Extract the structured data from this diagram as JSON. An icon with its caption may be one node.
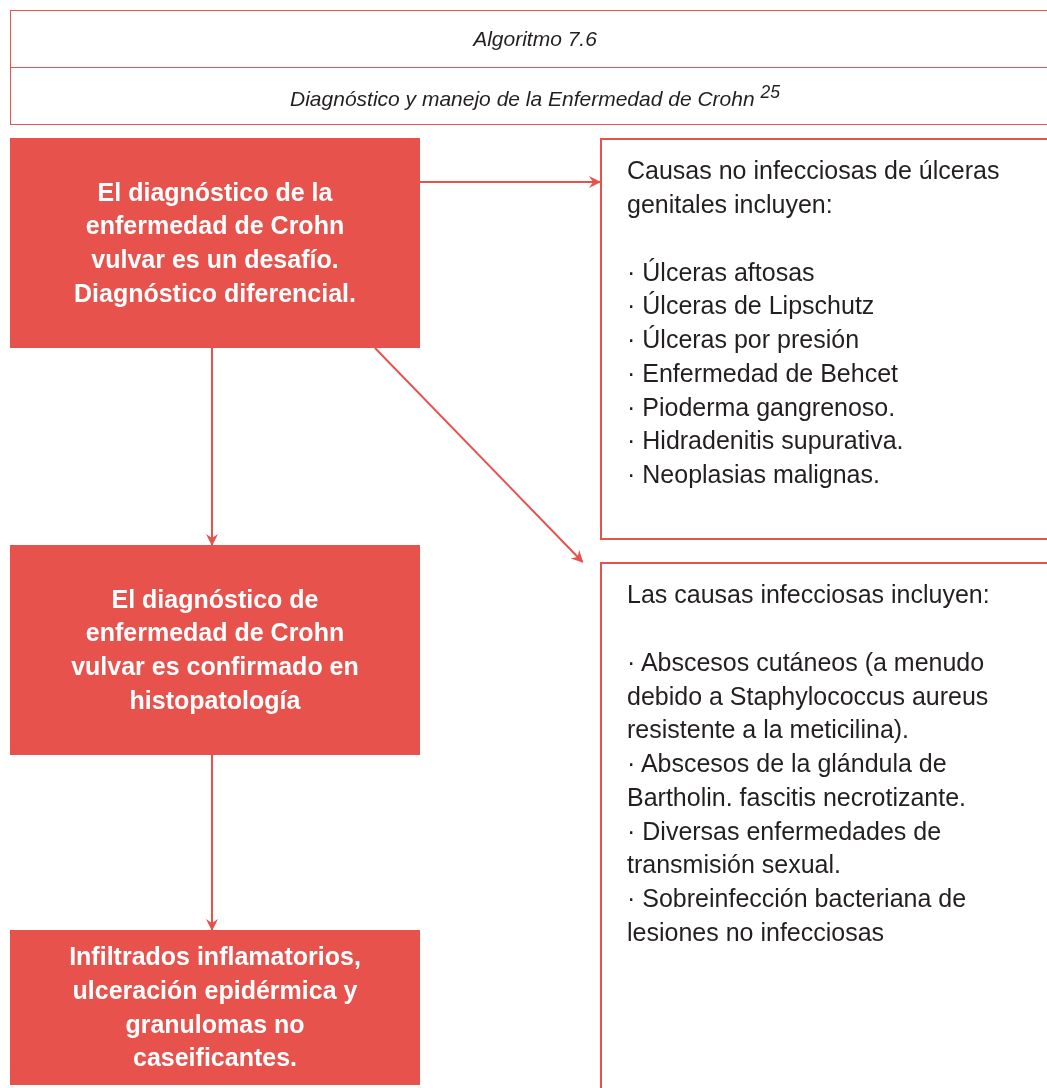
{
  "diagram": {
    "nodes": [
      {
        "text": [
          "Algoritmo 7.6"
        ]
      },
      {
        "text": [
          "Diagnóstico y manejo de la Enfermedad de Crohn $^{25}$"
        ]
      },
      {
        "text": [
          "El diagnóstico de la enfermedad de Crohn vulvar es un desafío. Diagnóstico diferencial."
        ]
      },
      {
        "text": [
          "Causas no infecciosas de úlceras genitales incluyen:",
          "· Úlceras aftosas",
          "· Úlceras de Lipschutz",
          "· Úlceras por presión",
          "· Enfermedad de Behcet",
          "· Pioderma gangrenoso.",
          "· Hidradenitis supurativa.",
          "· Neoplasias malignas."
        ]
      },
      {
        "text": [
          "El diagnóstico de enfermedad de Crohn vulvar es confirmado en histopatología"
        ]
      },
      {
        "text": [
          "Las causas infecciosas incluyen:",
          "· Abscesos cutáneos (a menudo debido a Staphylococcus aureus resistente a la meticilina).",
          "· Abscesos de la glándula de Bartholin. fascitis necrotizante.",
          "· Diversas enfermedades de transmisión sexual.",
          "· Sobreinfección bacteriana de lesiones no infecciosas"
        ]
      },
      {
        "text": [
          "Infiltrados inflamatorios, ulceración epidérmica y granulomas no caseificantes."
        ]
      }
    ],
    "edges": [
      {
        "from": 2,
        "to": 3,
        "arrow": "to"
      },
      {
        "from": 2,
        "to": 4,
        "arrow": "to"
      },
      {
        "from": 2,
        "to": 5,
        "arrow": "to"
      },
      {
        "from": 4,
        "to": 6,
        "arrow": "to"
      }
    ]
  }
}
